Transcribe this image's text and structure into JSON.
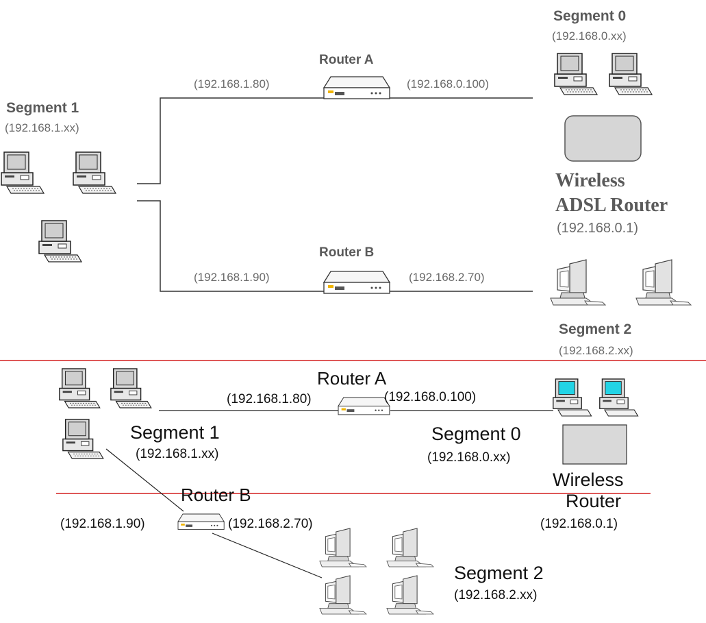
{
  "top_diagram": {
    "segment0": {
      "title": "Segment 0",
      "subnet": "(192.168.0.xx)"
    },
    "segment1": {
      "title": "Segment 1",
      "subnet": "(192.168.1.xx)"
    },
    "segment2": {
      "title": "Segment 2",
      "subnet": "(192.168.2.xx)"
    },
    "router_a": {
      "name": "Router A",
      "left_ip": "(192.168.1.80)",
      "right_ip": "(192.168.0.100)"
    },
    "router_b": {
      "name": "Router B",
      "left_ip": "(192.168.1.90)",
      "right_ip": "(192.168.2.70)"
    },
    "wireless": {
      "line1": "Wireless",
      "line2": "ADSL Router",
      "ip": "(192.168.0.1)"
    }
  },
  "bottom_diagram": {
    "segment0": {
      "title": "Segment 0",
      "subnet": "(192.168.0.xx)"
    },
    "segment1": {
      "title": "Segment 1",
      "subnet": "(192.168.1.xx)"
    },
    "segment2": {
      "title": "Segment 2",
      "subnet": "(192.168.2.xx)"
    },
    "router_a": {
      "name": "Router A",
      "left_ip": "(192.168.1.80)",
      "right_ip": "(192.168.0.100)"
    },
    "router_b": {
      "name": "Router B",
      "left_ip": "(192.168.1.90)",
      "right_ip": "(192.168.2.70)"
    },
    "wireless": {
      "line1": "Wireless",
      "line2": "Router",
      "ip": "(192.168.0.1)"
    }
  },
  "colors": {
    "divider": "#d42020",
    "screen_cyan": "#22d4e6",
    "router_accent": "#f0b400"
  }
}
